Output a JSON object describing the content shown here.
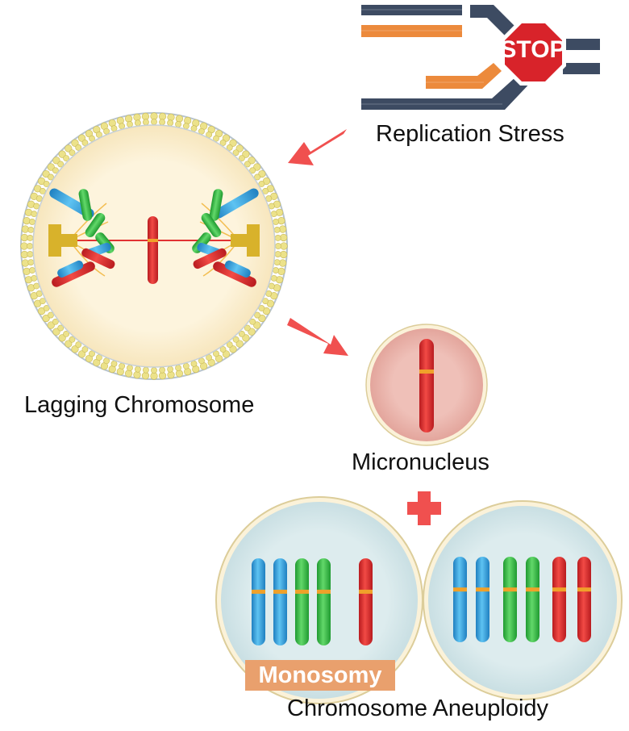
{
  "labels": {
    "replication_stress": "Replication Stress",
    "lagging_chromosome": "Lagging Chromosome",
    "micronucleus": "Micronucleus",
    "chromosome_aneuploidy": "Chromosome Aneuploidy",
    "monosomy": "Monosomy",
    "stop": "STOP"
  },
  "colors": {
    "dna_strand": "#3d4b62",
    "nascent_strand": "#ec8a3c",
    "stop_sign": "#d8232a",
    "arrow": "#f0504f",
    "cell_fill": "#fdf3dc",
    "membrane_head": "#ece28a",
    "micronucleus_fill": "#eab4ae",
    "daughter_fill": "#d9e9ec",
    "chrom_blue": "#35a7e0",
    "chrom_green": "#3fbf4c",
    "chrom_red": "#e23232",
    "centromere": "#f0a12a",
    "spindle_pole": "#d8b22b"
  },
  "icons": [
    "stop-sign-icon",
    "arrow-icon",
    "plus-icon"
  ]
}
